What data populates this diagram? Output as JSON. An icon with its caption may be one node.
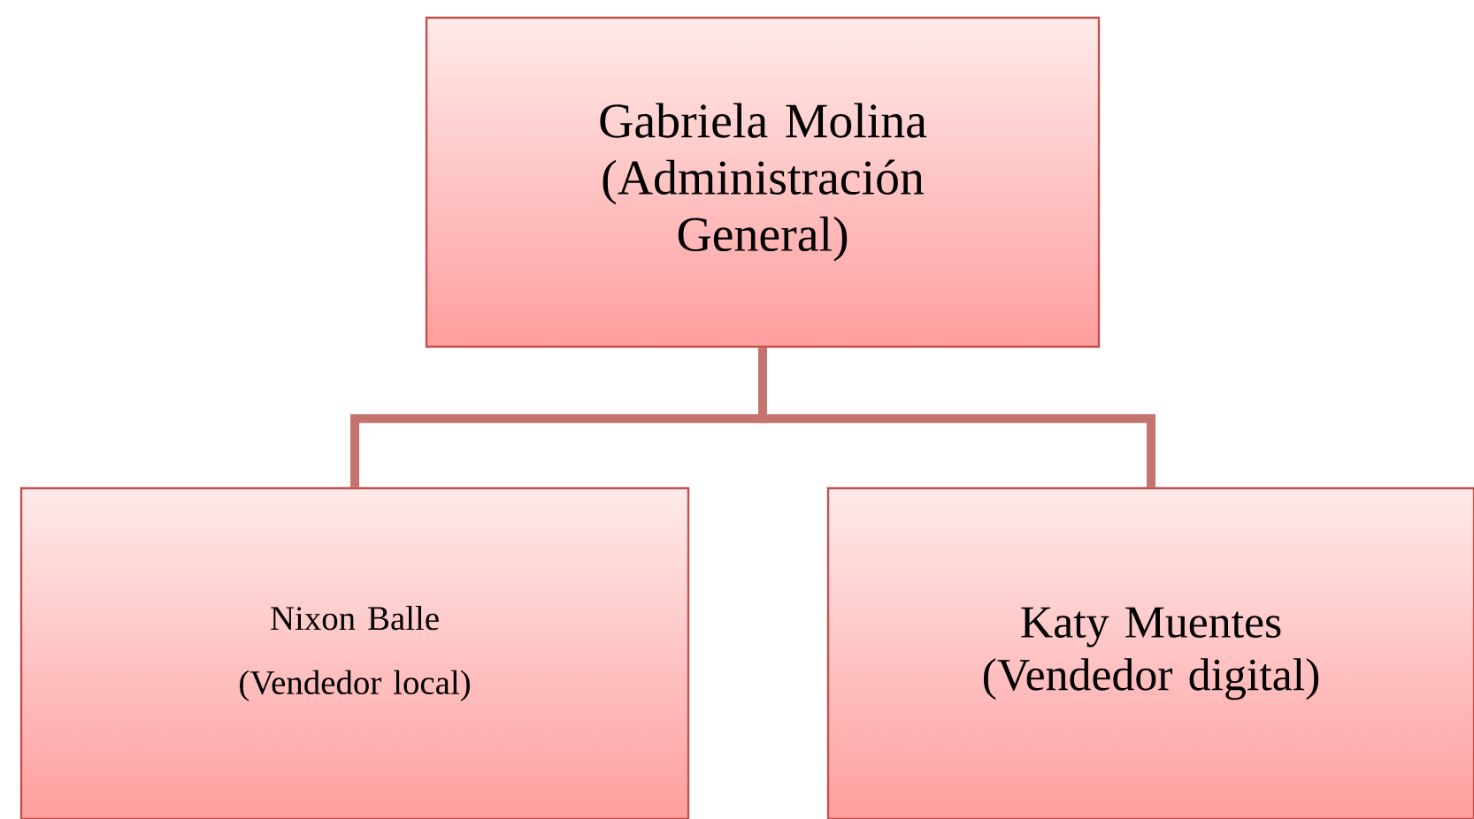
{
  "diagram": {
    "nodes": [
      {
        "text": [
          "Gabriela Molina (Administración General)"
        ]
      },
      {
        "text": [
          "Nixon Balle",
          "(Vendedor local)"
        ]
      },
      {
        "text": [
          "Katy Muentes (Vendedor digital)"
        ]
      }
    ],
    "edges": [
      {
        "from": 0,
        "to": 1,
        "arrow": "none"
      },
      {
        "from": 0,
        "to": 2,
        "arrow": "none"
      }
    ]
  }
}
